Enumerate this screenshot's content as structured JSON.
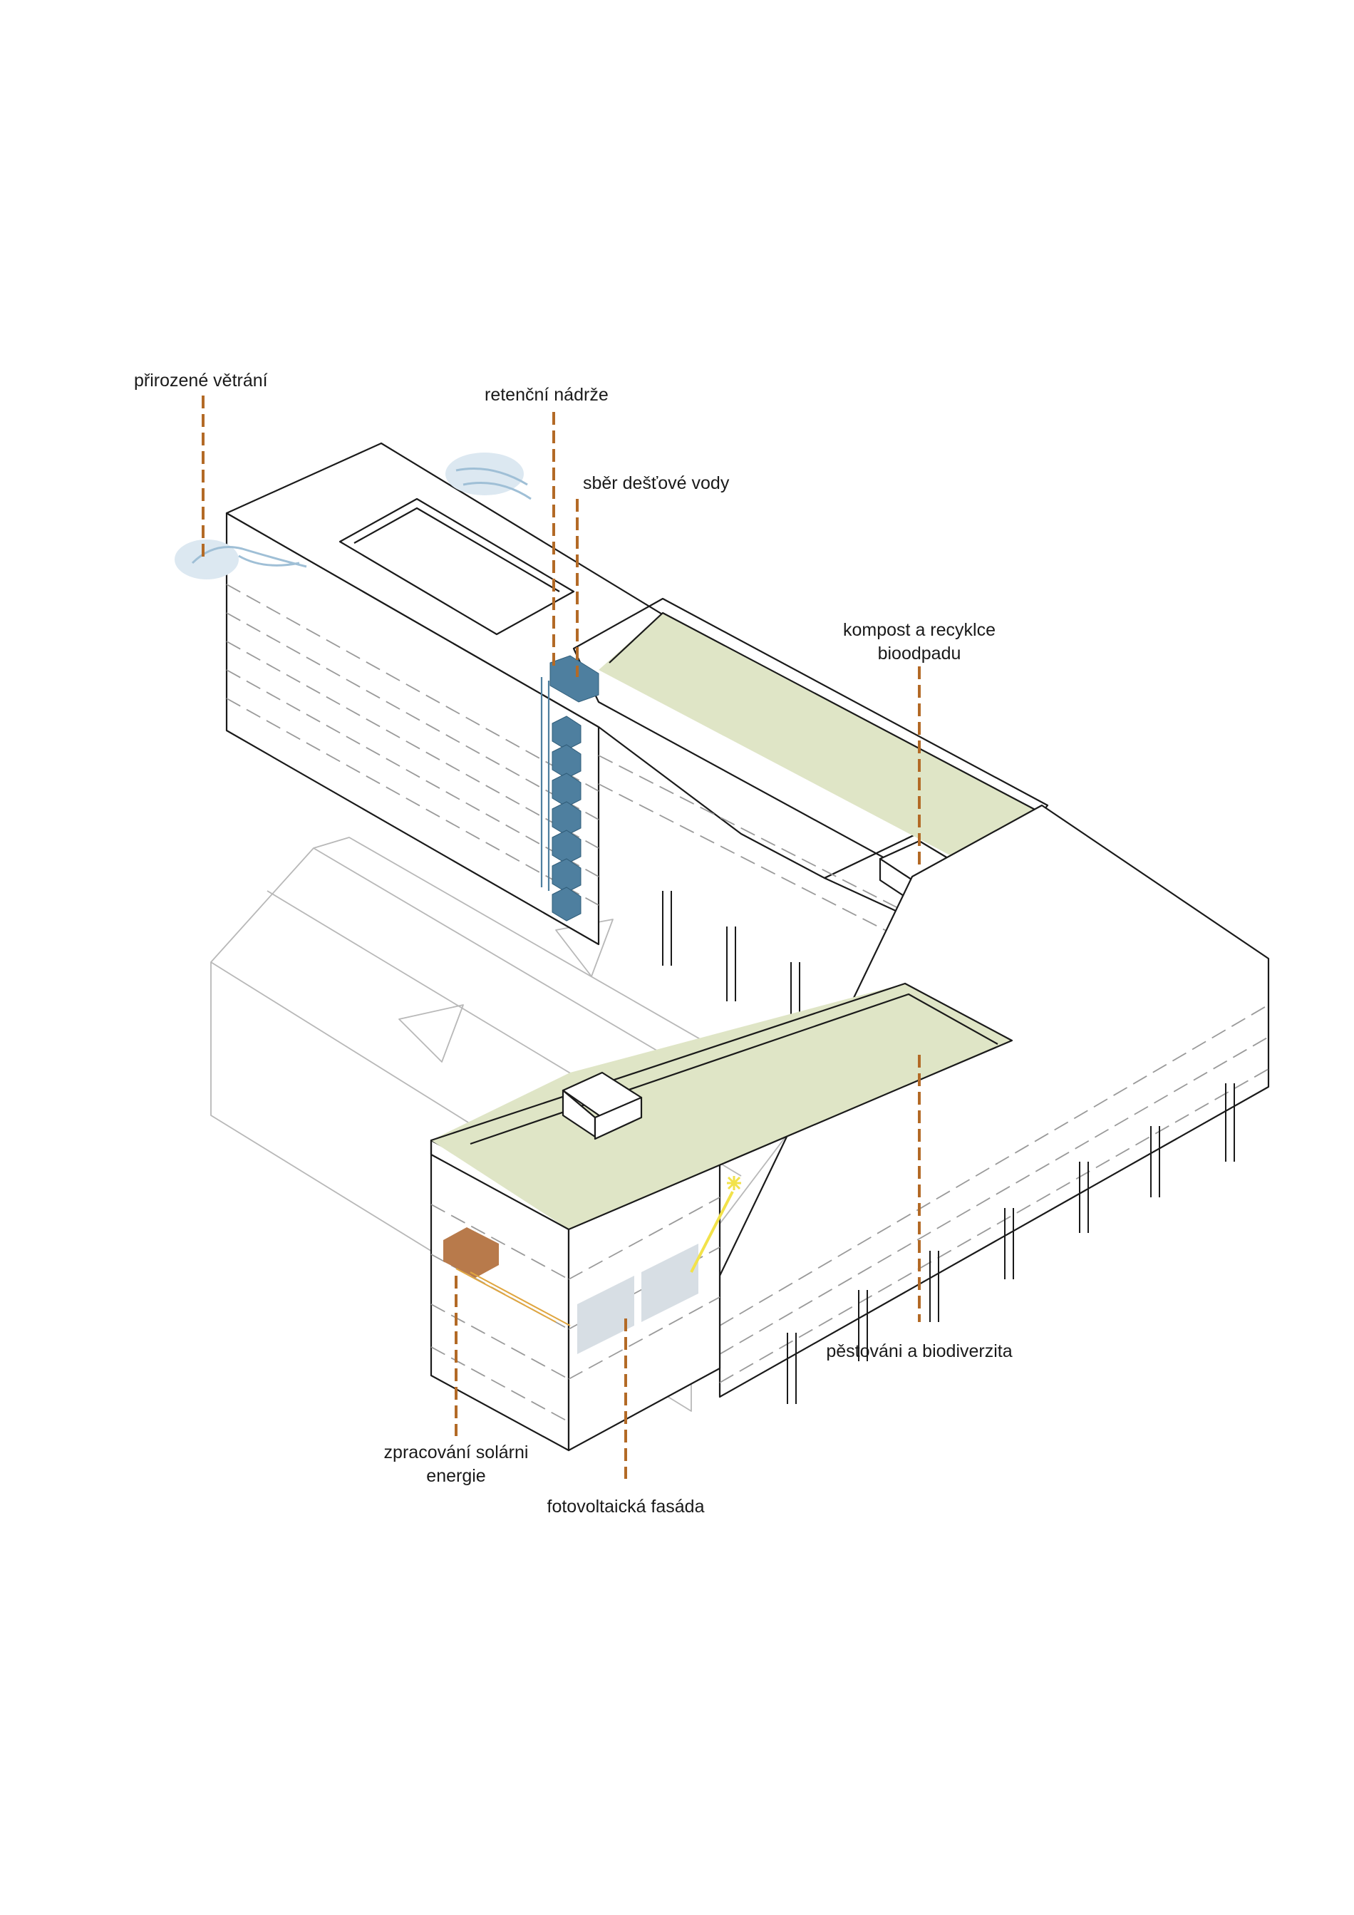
{
  "labels": {
    "natural_ventilation": "přirozené větrání",
    "retention_tanks": "retenční nádrže",
    "rainwater_collection": "sběr dešťové vody",
    "compost_line1": "kompost a recyklce",
    "compost_line2": "bioodpadu",
    "cultivation_biodiversity": "pěstováni a biodiverzita",
    "solar_processing_line1": "zpracování solárni",
    "solar_processing_line2": "energie",
    "pv_facade": "fotovoltaická fasáda"
  },
  "colors": {
    "leader": "#b36a26",
    "green_roof": "#dfe5c6",
    "water_tank": "#4e7f9f",
    "pv_panel": "#d7dee4",
    "solar_box": "#b87a4b",
    "sun": "#f2e24a",
    "wind": "#9fbfd6"
  },
  "icons": [
    "wind-icon",
    "sun-icon",
    "battery-box-icon"
  ]
}
